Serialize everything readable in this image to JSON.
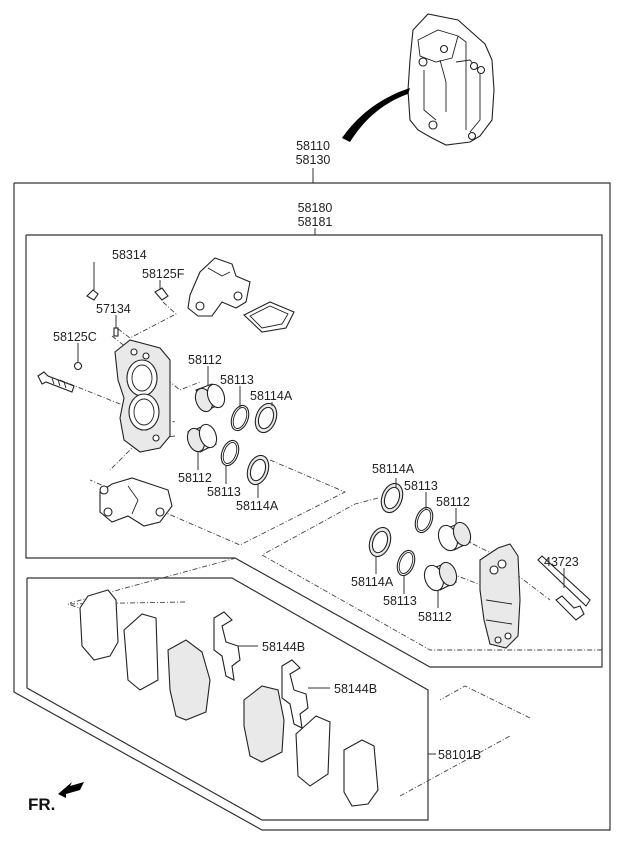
{
  "diagram": {
    "title": "Front Brake Caliper Assembly",
    "assembly_labels": {
      "caliper_assy": [
        "58110",
        "58130"
      ],
      "caliper_kit": [
        "58180",
        "58181"
      ],
      "pad_kit": "58101B"
    },
    "parts": {
      "bleeder_cap": "58314",
      "bleeder_screw": "58125F",
      "pin": "57134",
      "plug": "58125C",
      "piston_upper_left_1": "58112",
      "piston_upper_left_2": "58112",
      "piston_seal_left_1": "58113",
      "piston_seal_left_2": "58113",
      "boot_left_1": "58114A",
      "boot_left_2": "58114A",
      "boot_right_1": "58114A",
      "seal_right_1": "58113",
      "piston_right_1": "58112",
      "boot_right_2": "58114A",
      "seal_right_2": "58113",
      "piston_right_2": "58112",
      "guide_pin": "43723",
      "pad_clip_1": "58144B",
      "pad_clip_2": "58144B"
    },
    "direction_indicator": "FR."
  }
}
